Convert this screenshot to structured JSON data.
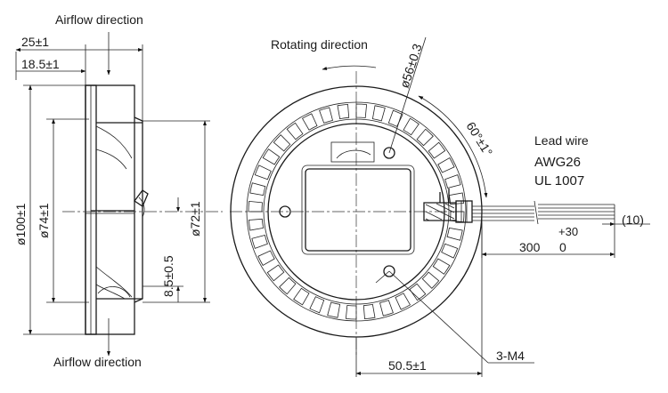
{
  "side_view": {
    "airflow_top": "Airflow direction",
    "airflow_bottom": "Airflow direction",
    "dim_width_total": "25±1",
    "dim_width_body": "18.5±1",
    "dim_dia_outer": "ø100±1",
    "dim_dia_inner": "ø74±1",
    "dim_dia_hub": "ø72±1",
    "dim_offset": "8.5±0.5"
  },
  "front_view": {
    "rotating_direction": "Rotating direction",
    "dim_pcd": "ø56±0.3",
    "dim_angle": "60°±1°",
    "dim_centre_to_edge": "50.5±1",
    "thread_label": "3-M4"
  },
  "lead_wire": {
    "title": "Lead wire",
    "gauge": "AWG26",
    "standard": "UL 1007",
    "length_nominal": "300",
    "tol_upper": "+30",
    "tol_lower": "0",
    "strip_length": "(10)"
  }
}
